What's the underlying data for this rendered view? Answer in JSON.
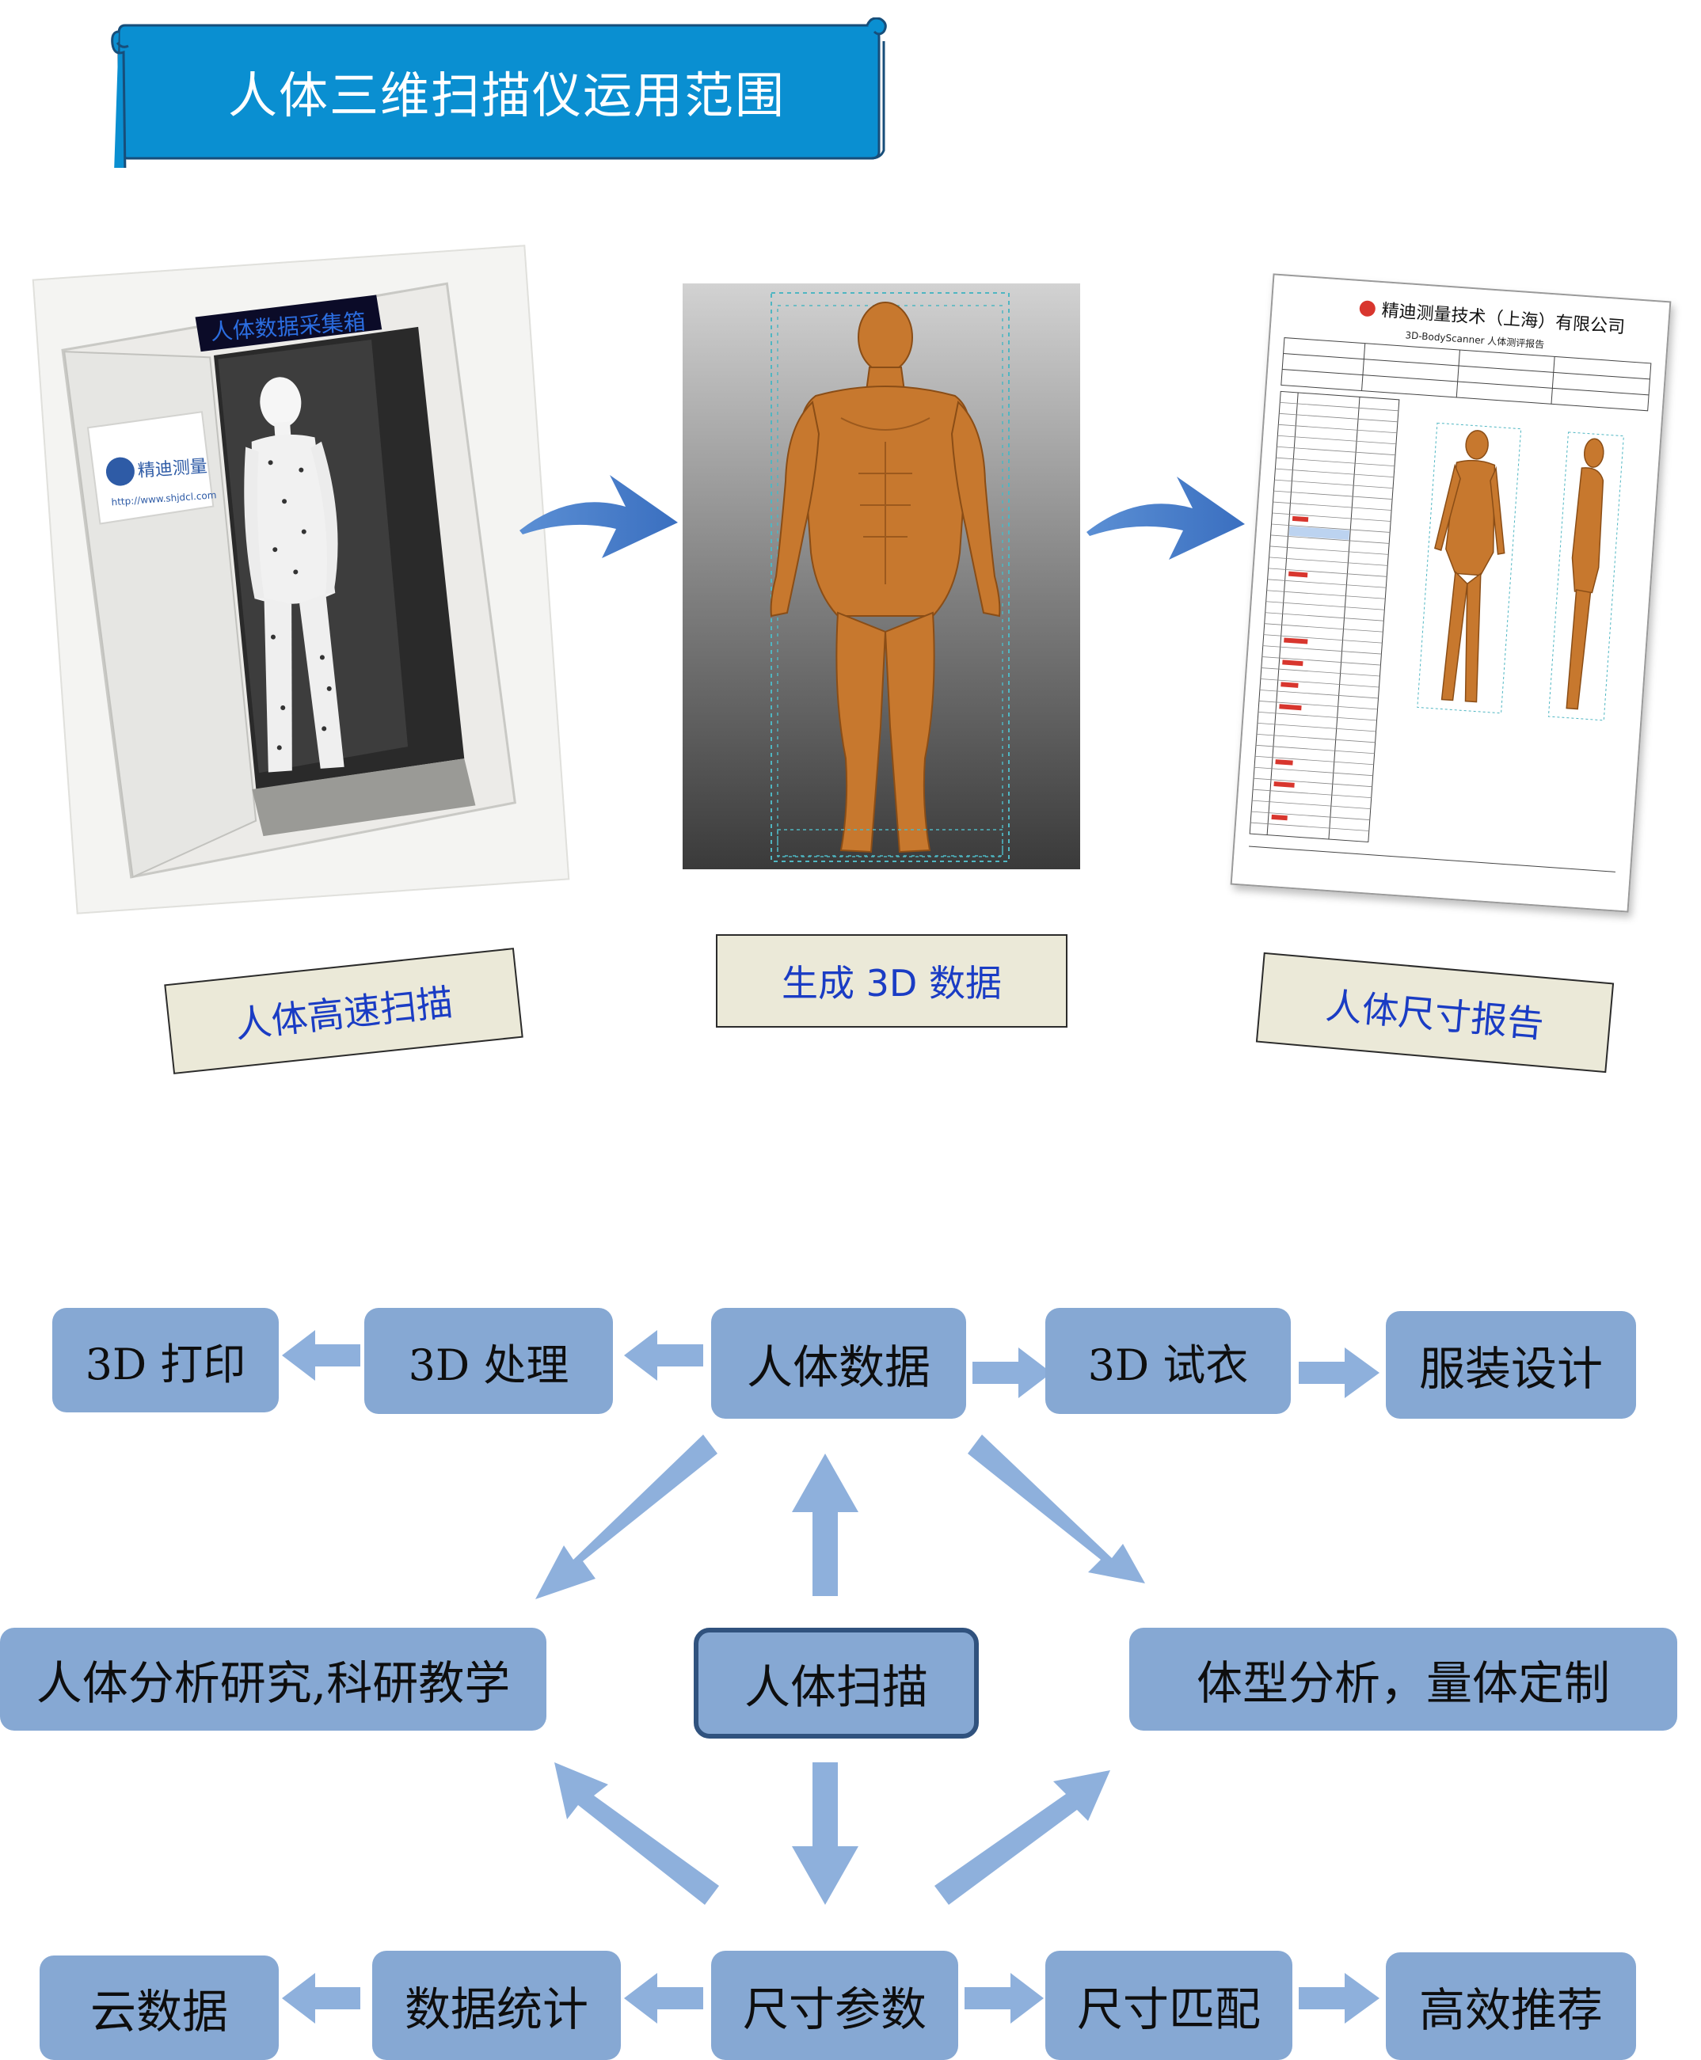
{
  "title": "人体三维扫描仪运用范围",
  "top_row": {
    "booth_photo": {
      "sign_text": "人体数据采集箱",
      "logo_text": "精迪测量",
      "website": "http://www.shjdcl.com"
    },
    "report_photo": {
      "company": "精迪测量技术（上海）有限公司",
      "subtitle": "3D-BodyScanner 人体测评报告"
    }
  },
  "captions": {
    "scan": "人体高速扫描",
    "generate": "生成 3D 数据",
    "report": "人体尺寸报告"
  },
  "flow": {
    "row1": {
      "print": "3D 打印",
      "process": "3D 处理",
      "body_data": "人体数据",
      "try_on": "3D 试衣",
      "fashion": "服装设计"
    },
    "middle": {
      "research": "人体分析研究,科研教学",
      "center": "人体扫描",
      "custom": "体型分析，量体定制"
    },
    "row3": {
      "cloud": "云数据",
      "stats": "数据统计",
      "params": "尺寸参数",
      "match": "尺寸匹配",
      "recommend": "高效推荐"
    }
  },
  "colors": {
    "banner_blue": "#0a8fd1",
    "node_fill": "#86a8d3",
    "node_border": "#30527e",
    "arrow": "#8eb0dc",
    "caption_bg": "#ebe9d8",
    "caption_text": "#1a3cc4",
    "skin": "#c7782e"
  }
}
